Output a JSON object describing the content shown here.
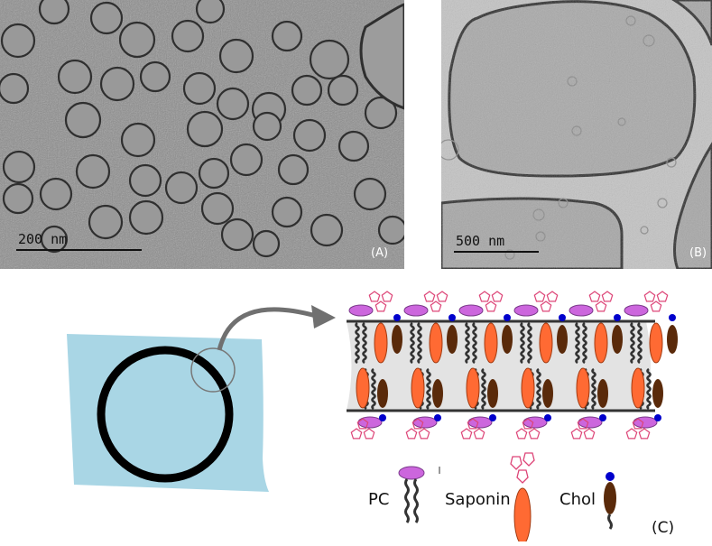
{
  "panel_a": {
    "scale_bar_text": "200 nm",
    "panel_label": "(A)"
  },
  "panel_b": {
    "scale_bar_text": "500 nm",
    "panel_label": "(B)"
  },
  "panel_c": {
    "panel_label": "(C)",
    "legend": {
      "pc": "PC",
      "saponin": "Saponin",
      "chol": "Chol"
    }
  },
  "colors": {
    "film_background": "#a9d6e5",
    "vesicle_ring": "#000000",
    "pc_head": "#cc66dd",
    "saponin_body": "#ff6a33",
    "saponin_sugar": "#dd4477",
    "chol_body": "#5a2a0a",
    "chol_head": "#0000cc",
    "tail": "#333333",
    "arrow": "#707070"
  }
}
